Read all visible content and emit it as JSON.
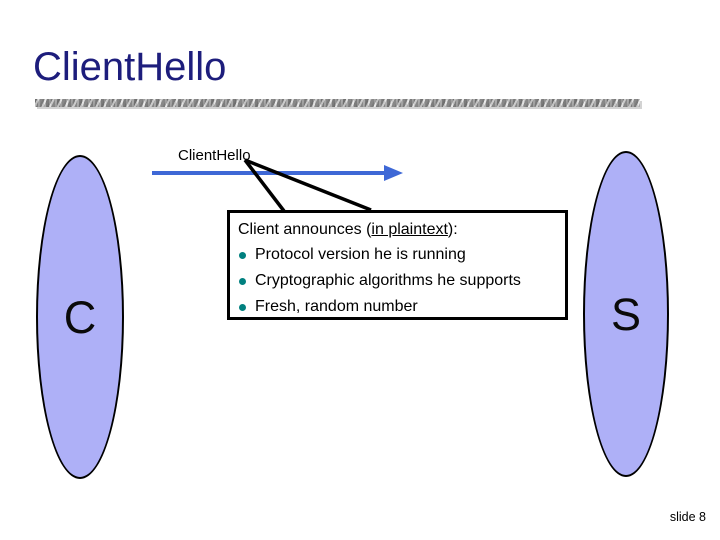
{
  "slide": {
    "title": "ClientHello",
    "footer": "slide 8"
  },
  "actors": {
    "client": "C",
    "server": "S"
  },
  "message": {
    "label": "ClientHello"
  },
  "callout": {
    "intro_prefix": "Client announces (",
    "intro_underlined": "in plaintext",
    "intro_suffix": "):",
    "bullets": [
      "Protocol version he is running",
      "Cryptographic algorithms he supports",
      "Fresh, random number"
    ]
  },
  "colors": {
    "title_text": "#1d1d7c",
    "arrow_blue": "#3e68d6",
    "ellipse_fill": "#aeb0f7",
    "ellipse_border": "#000000",
    "bullet_teal": "#00807f",
    "callout_border": "#000000"
  }
}
